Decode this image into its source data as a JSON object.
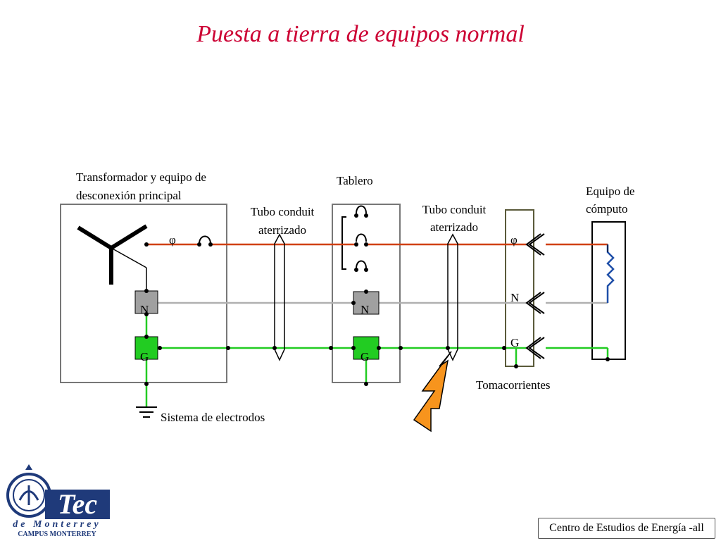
{
  "title": "Puesta a tierra de equipos normal",
  "labels": {
    "transformer": "Transformador y equipo de",
    "transformer2": "desconexión principal",
    "conduit1_a": "Tubo conduit",
    "conduit1_b": "aterrizado",
    "panel": "Tablero",
    "conduit2_a": "Tubo conduit",
    "conduit2_b": "aterrizado",
    "equipment_a": "Equipo de",
    "equipment_b": "cómputo",
    "electrodes": "Sistema de electrodos",
    "outlets": "Tomacorrientes",
    "phase1": "φ",
    "phase2": "φ",
    "neutral1": "N",
    "neutral2": "N",
    "neutral3": "N",
    "ground1": "G",
    "ground2": "G",
    "ground3": "G"
  },
  "colors": {
    "phase_wire": "#d04010",
    "neutral_wire": "#b0b0b0",
    "ground_wire": "#22cc22",
    "neutral_block": "#a0a0a0",
    "ground_block": "#22cc22",
    "lightning": "#f7941d",
    "title": "#cc0033"
  },
  "logo": {
    "brand": "Tec",
    "line1": "de Monterrey",
    "line2": "CAMPUS MONTERREY"
  },
  "footer": "Centro de Estudios de Energía -all"
}
